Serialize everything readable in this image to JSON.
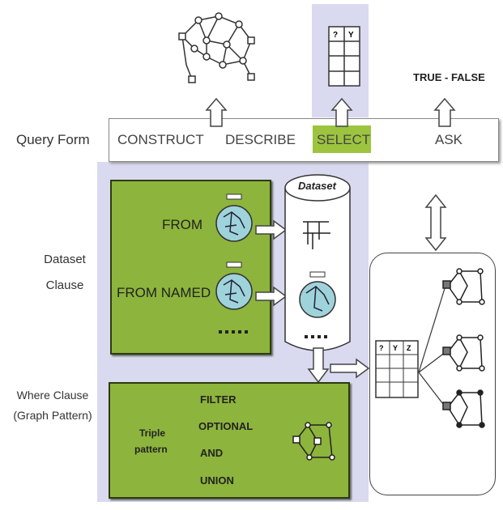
{
  "query_form": {
    "label": "Query Form",
    "items": [
      "CONSTRUCT",
      "DESCRIBE",
      "SELECT",
      "ASK"
    ],
    "ask_result": "TRUE - FALSE",
    "select_table_headers": [
      "?",
      "Y"
    ]
  },
  "dataset_clause": {
    "label_line1": "Dataset",
    "label_line2": "Clause",
    "from": "FROM",
    "from_named": "FROM NAMED",
    "dataset_title": "Dataset"
  },
  "where_clause": {
    "label_line1": "Where Clause",
    "label_line2": "(Graph Pattern)",
    "triple_line1": "Triple",
    "triple_line2": "pattern",
    "filter": "FILTER",
    "optional": "OPTIONAL",
    "and": "AND",
    "union": "UNION"
  },
  "result_table_headers": [
    "?",
    "Y",
    "Z"
  ],
  "colors": {
    "highlight_column": "#d9daf0",
    "green_box": "#8db43c",
    "select_highlight": "#9cc43e",
    "globe": "#9fd3dc"
  }
}
